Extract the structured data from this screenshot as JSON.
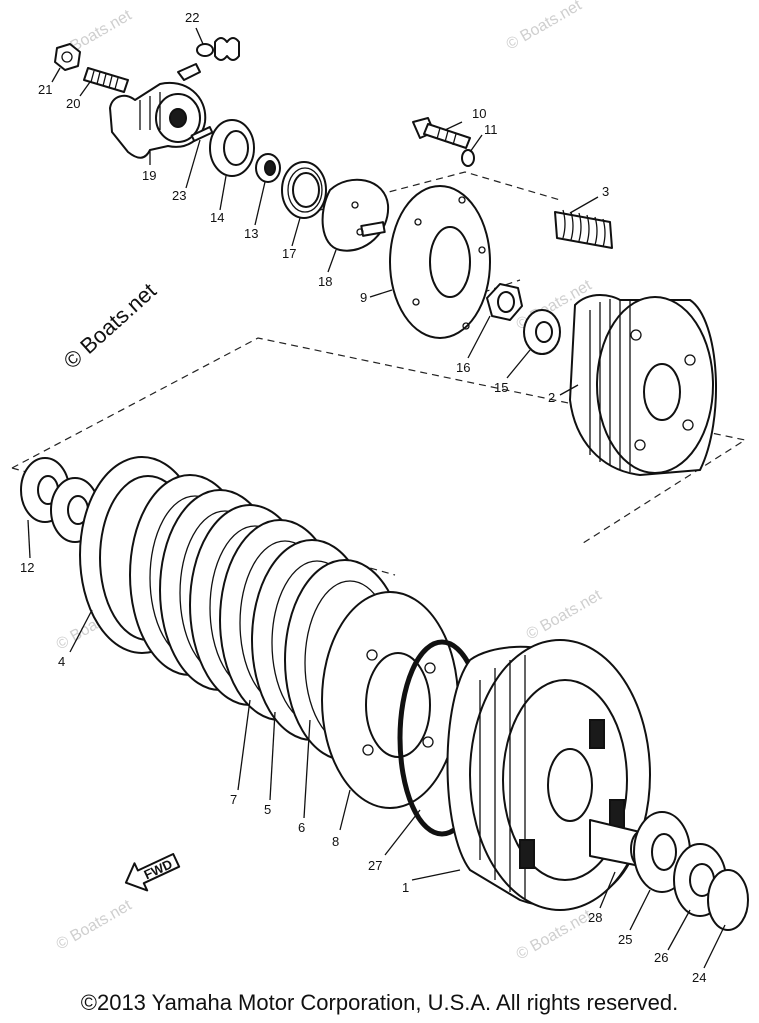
{
  "diagram": {
    "part_numbers": [
      "1",
      "2",
      "3",
      "4",
      "5",
      "6",
      "7",
      "8",
      "9",
      "10",
      "11",
      "12",
      "13",
      "14",
      "15",
      "16",
      "17",
      "18",
      "19",
      "20",
      "21",
      "22",
      "23",
      "24",
      "25",
      "26",
      "27",
      "28"
    ],
    "direction_marker": "FWD",
    "watermarks": {
      "prominent": "© Boats.net",
      "faint": "© Boats.net"
    }
  },
  "footer": {
    "copyright": "©2013 Yamaha Motor Corporation, U.S.A. All rights reserved."
  }
}
